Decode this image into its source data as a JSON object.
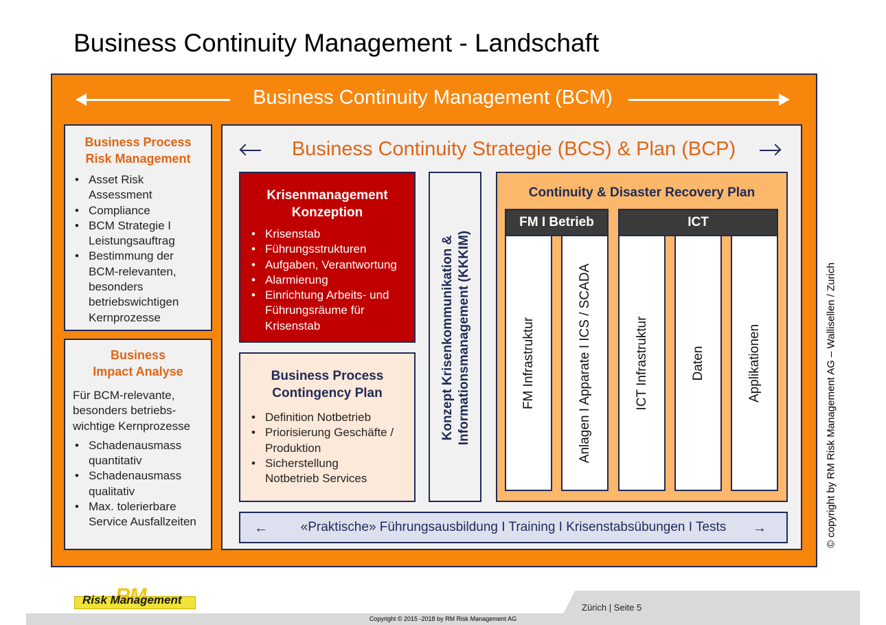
{
  "title": "Business Continuity Management - Landschaft",
  "bcm_banner": "Business Continuity Management (BCM)",
  "bprm": {
    "title_line1": "Business Process",
    "title_line2": "Risk Management",
    "items": [
      [
        "Asset Risk",
        "Assessment"
      ],
      [
        "Compliance"
      ],
      [
        "BCM Strategie I",
        "Leistungsauftrag"
      ],
      [
        "Bestimmung der",
        "BCM-relevanten,",
        "besonders",
        "betriebswichtigen",
        "Kernprozesse"
      ]
    ]
  },
  "bia": {
    "title_line1": "Business",
    "title_line2": "Impact Analyse",
    "intro": [
      "Für BCM-relevante,",
      "besonders betriebs-",
      "wichtige Kernprozesse"
    ],
    "items": [
      [
        "Schadenausmass",
        "quantitativ"
      ],
      [
        "Schadenausmass",
        "qualitativ"
      ],
      [
        "Max. tolerierbare",
        "Service Ausfallzeiten"
      ]
    ]
  },
  "bcs_banner": "Business Continuity Strategie (BCS) & Plan (BCP)",
  "krisen": {
    "title_line1": "Krisenmanagement",
    "title_line2": "Konzeption",
    "items": [
      [
        "Krisenstab"
      ],
      [
        "Führungsstrukturen"
      ],
      [
        "Aufgaben, Verantwortung"
      ],
      [
        "Alarmierung"
      ],
      [
        "Einrichtung Arbeits- und",
        "Führungsräume für",
        "Krisenstab"
      ]
    ]
  },
  "bpcp": {
    "title_line1": "Business Process",
    "title_line2": "Contingency Plan",
    "items": [
      [
        "Definition Notbetrieb"
      ],
      [
        "Priorisierung Geschäfte /",
        "Produktion"
      ],
      [
        "Sicherstellung",
        "Notbetrieb Services"
      ]
    ]
  },
  "kkkim": {
    "line1": "Konzept Krisenkommunikation &",
    "line2": "Informationsmanagement (KKKIM)"
  },
  "cdr": {
    "title": "Continuity & Disaster Recovery Plan",
    "group_fm": "FM I Betrieb",
    "group_ict": "ICT",
    "columns": [
      "FM Infrastruktur",
      "Anlagen I Apparate I ICS / SCADA",
      "ICT Infrastruktur",
      "Daten",
      "Applikationen"
    ]
  },
  "training": "«Praktische» Führungsausbildung I Training I Krisenstabsübungen I Tests",
  "copyright_side": "© copyright by RM Risk Management AG – Wallisellen / Zurich",
  "footer": {
    "page_info": "Zürich | Seite 5",
    "copyright": "Copyright © 2015 -2018 by RM Risk Management AG",
    "logo_rm": "RM",
    "logo_text": "Risk Management"
  },
  "colors": {
    "orange": "#f7860c",
    "navy": "#1f2a57",
    "red": "#c00000",
    "peach": "#fde9d9",
    "light_orange": "#fbb86b",
    "title_orange": "#e06516"
  }
}
